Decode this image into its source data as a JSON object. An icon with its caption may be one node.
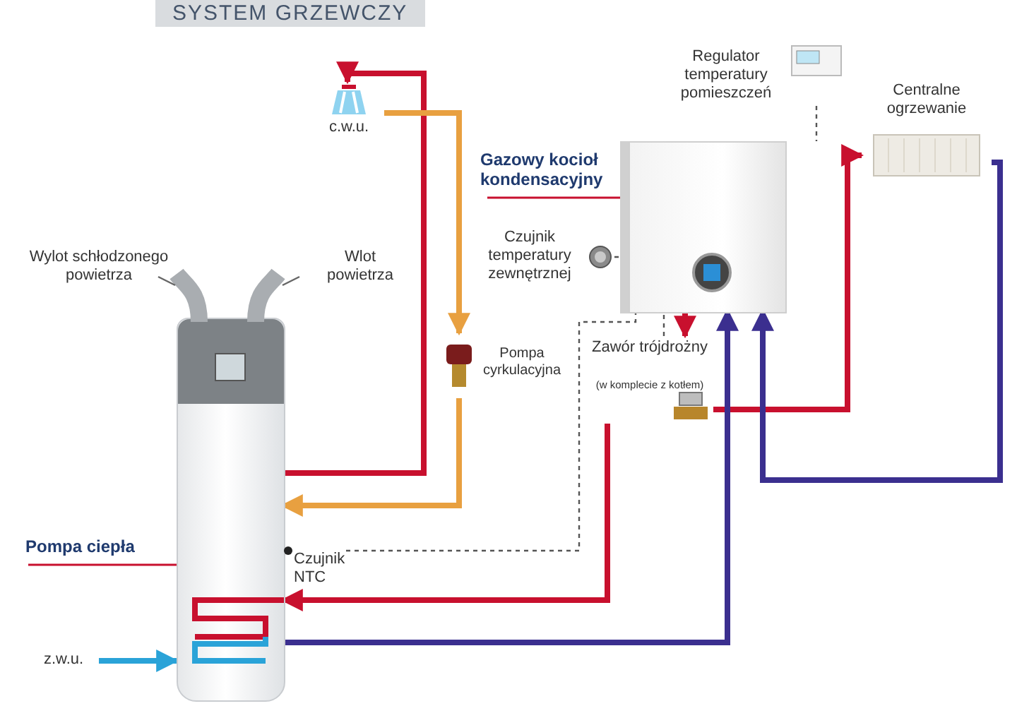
{
  "diagram": {
    "title": "SYSTEM GRZEWCZY",
    "nodes": [
      {
        "text": [
          "Pompa ciepła"
        ]
      },
      {
        "text": [],
        "shape": "picture"
      },
      {
        "text": [
          "Gazowy kocioł kondensacyjny"
        ]
      },
      {
        "text": [],
        "shape": "picture"
      },
      {
        "text": [
          "c.w.u."
        ]
      },
      {
        "text": [
          "Regulator temperatury pomieszczeń"
        ]
      },
      {
        "text": [
          "Centralne ogrzewanie"
        ]
      },
      {
        "text": [
          "Czujnik temperatury zewnętrznej"
        ]
      },
      {
        "text": [
          "Pompa cyrkulacyjna"
        ]
      },
      {
        "text": [
          "Zawór trójdrożny",
          "(w komplecie z kotłem)"
        ]
      },
      {
        "text": [
          "Czujnik NTC"
        ]
      },
      {
        "text": [
          "z.w.u."
        ]
      }
    ],
    "edges": [
      {
        "from": 0,
        "to": 1,
        "arrow": "none",
        "color": "#c8102e"
      },
      {
        "from": 2,
        "to": 3,
        "arrow": "none",
        "color": "#c8102e"
      },
      {
        "from": 1,
        "to": 4,
        "arrow": "to",
        "color": "#c8102e"
      },
      {
        "from": 4,
        "to": 8,
        "arrow": "to",
        "color": "#e8a040"
      },
      {
        "from": 8,
        "to": 1,
        "arrow": "to",
        "color": "#e8a040"
      },
      {
        "from": 3,
        "to": 9,
        "arrow": "to",
        "color": "#c8102e"
      },
      {
        "from": 9,
        "to": 6,
        "arrow": "to",
        "color": "#c8102e"
      },
      {
        "from": 6,
        "to": 3,
        "arrow": "to",
        "color": "#3b2f8f"
      },
      {
        "from": 9,
        "to": 1,
        "arrow": "to",
        "color": "#c8102e"
      },
      {
        "from": 1,
        "to": 3,
        "arrow": "to",
        "color": "#3b2f8f"
      },
      {
        "from": 5,
        "to": 3,
        "arrow": "none",
        "style": "dashed",
        "color": "#555555"
      },
      {
        "from": 7,
        "to": 3,
        "arrow": "none",
        "style": "dashed",
        "color": "#555555"
      },
      {
        "from": 9,
        "to": 3,
        "arrow": "none",
        "style": "dashed",
        "color": "#555555"
      },
      {
        "from": 10,
        "to": 3,
        "arrow": "none",
        "style": "dashed",
        "color": "#555555"
      },
      {
        "from": 11,
        "to": 1,
        "arrow": "to",
        "color": "#2aa3d8"
      }
    ],
    "labels": [
      "Wylot schłodzonego powietrza",
      "Wlot powietrza"
    ]
  }
}
